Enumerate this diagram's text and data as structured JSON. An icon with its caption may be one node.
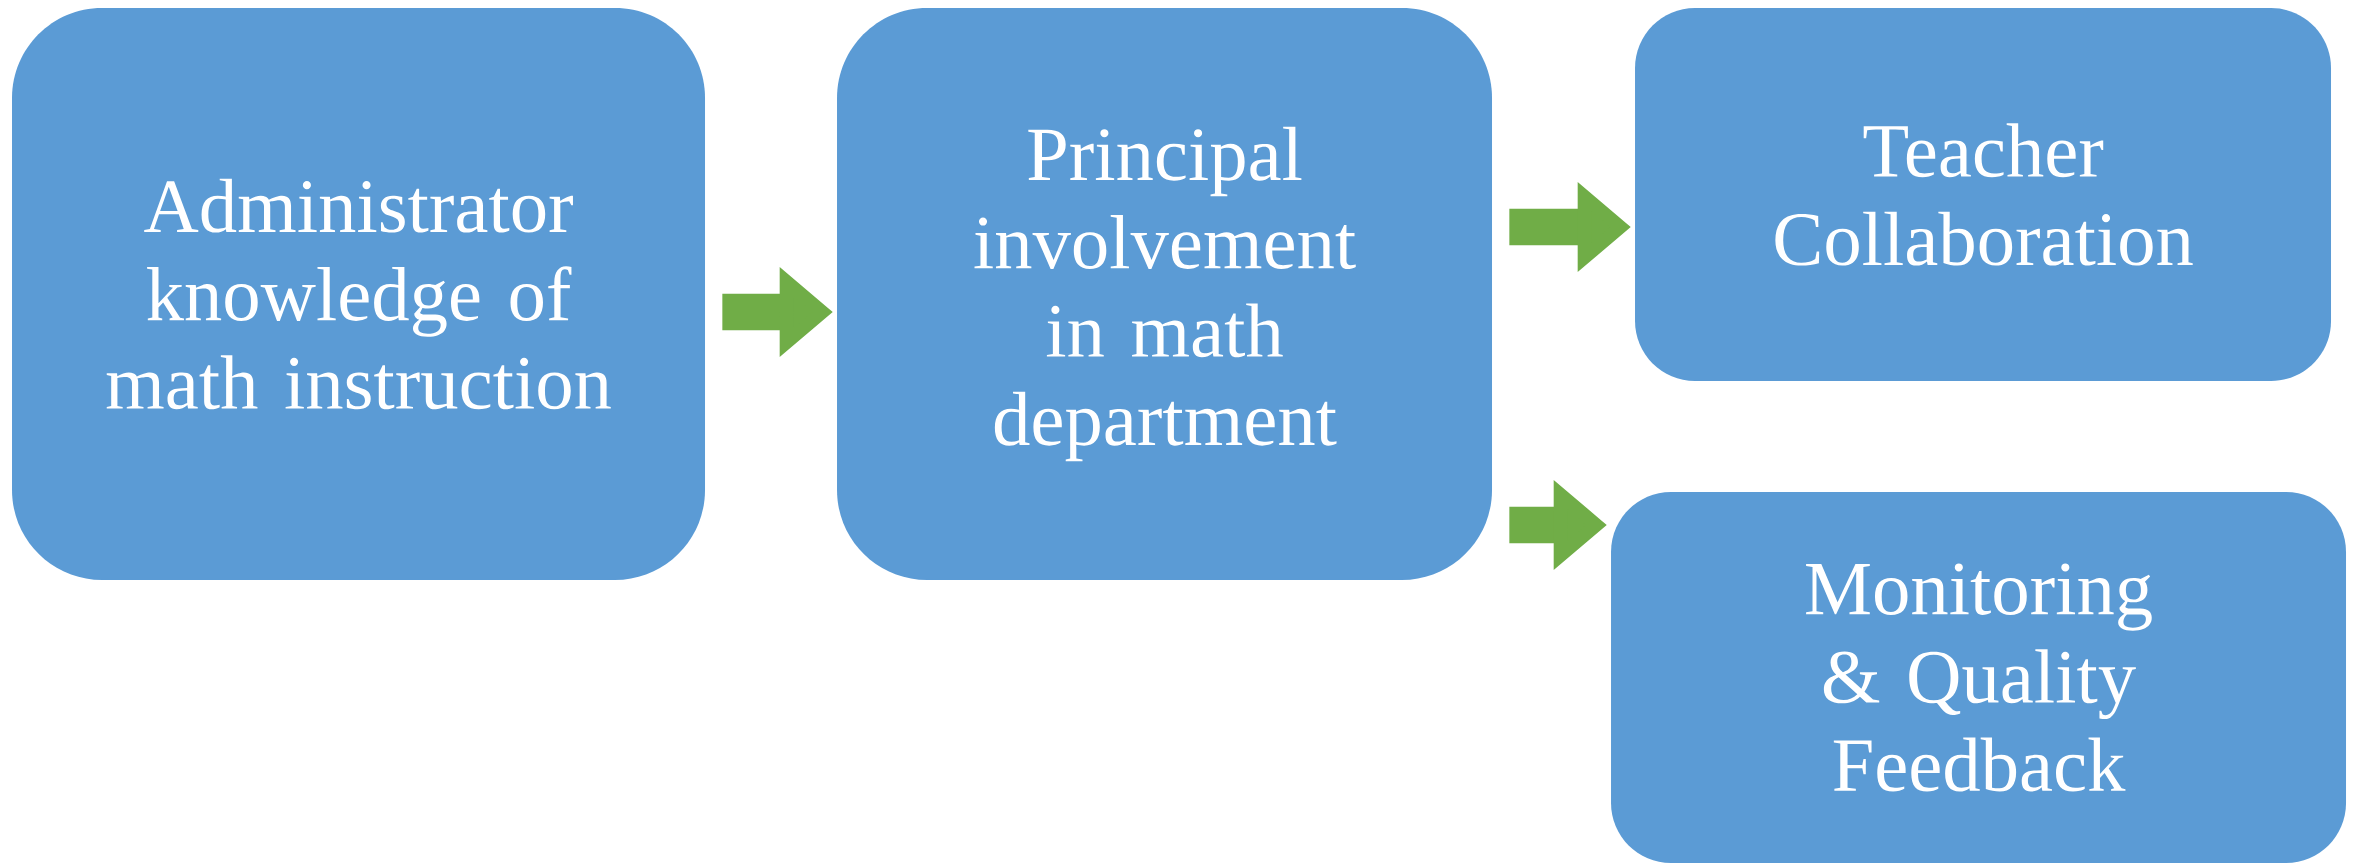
{
  "diagram": {
    "nodes": [
      {
        "text": [
          "Administrator knowledge of math instruction"
        ]
      },
      {
        "text": [
          "Principal involvement in math department"
        ]
      },
      {
        "text": [
          "Teacher Collaboration"
        ]
      },
      {
        "text": [
          "Monitoring & Quality Feedback"
        ]
      }
    ],
    "edges": [
      {
        "from": 0,
        "to": 1,
        "arrow": "to"
      },
      {
        "from": 1,
        "to": 2,
        "arrow": "to"
      },
      {
        "from": 1,
        "to": 3,
        "arrow": "to"
      }
    ]
  }
}
